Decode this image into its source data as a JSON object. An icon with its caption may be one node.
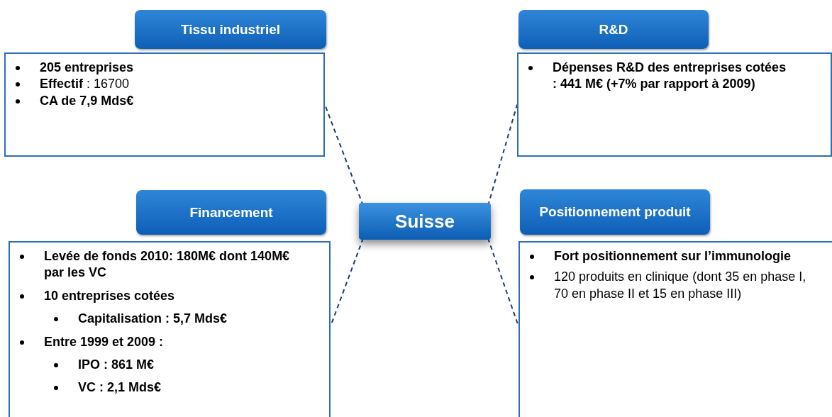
{
  "diagram": {
    "nodes": [
      {
        "text": [
          "Tissu industriel"
        ]
      },
      {
        "text": [
          "R&D"
        ]
      },
      {
        "text": [
          "205 entreprises",
          "**Effectif** : 16700",
          "CA de 7,9 Mds€"
        ]
      },
      {
        "text": [
          "**Dépenses R&D des entreprises cotées :** 441 M€ (+7% par rapport à 2009)"
        ]
      },
      {
        "text": [
          "Financement"
        ]
      },
      {
        "text": [
          "Suisse"
        ]
      },
      {
        "text": [
          "Positionnement produit"
        ]
      },
      {
        "text": [
          "Levée de fonds 2010: 180M€ dont 140M€ par les VC",
          "10 entreprises cotées",
          "Capitalisation : 5,7 Mds€",
          "Entre 1999 et 2009 :",
          "IPO : 861 M€",
          "VC : 2,1 Mds€"
        ]
      },
      {
        "text": [
          "Fort positionnement sur l’immunologie",
          "120 produits en clinique (dont 35 en phase I, 70 en phase II et 15 en phase III)"
        ]
      }
    ],
    "edges": [
      {
        "from": 5,
        "to": 2,
        "arrow": "none",
        "style": "dashed"
      },
      {
        "from": 5,
        "to": 3,
        "arrow": "none",
        "style": "dashed"
      },
      {
        "from": 5,
        "to": 7,
        "arrow": "none",
        "style": "dashed"
      },
      {
        "from": 5,
        "to": 8,
        "arrow": "none",
        "style": "dashed"
      }
    ]
  }
}
